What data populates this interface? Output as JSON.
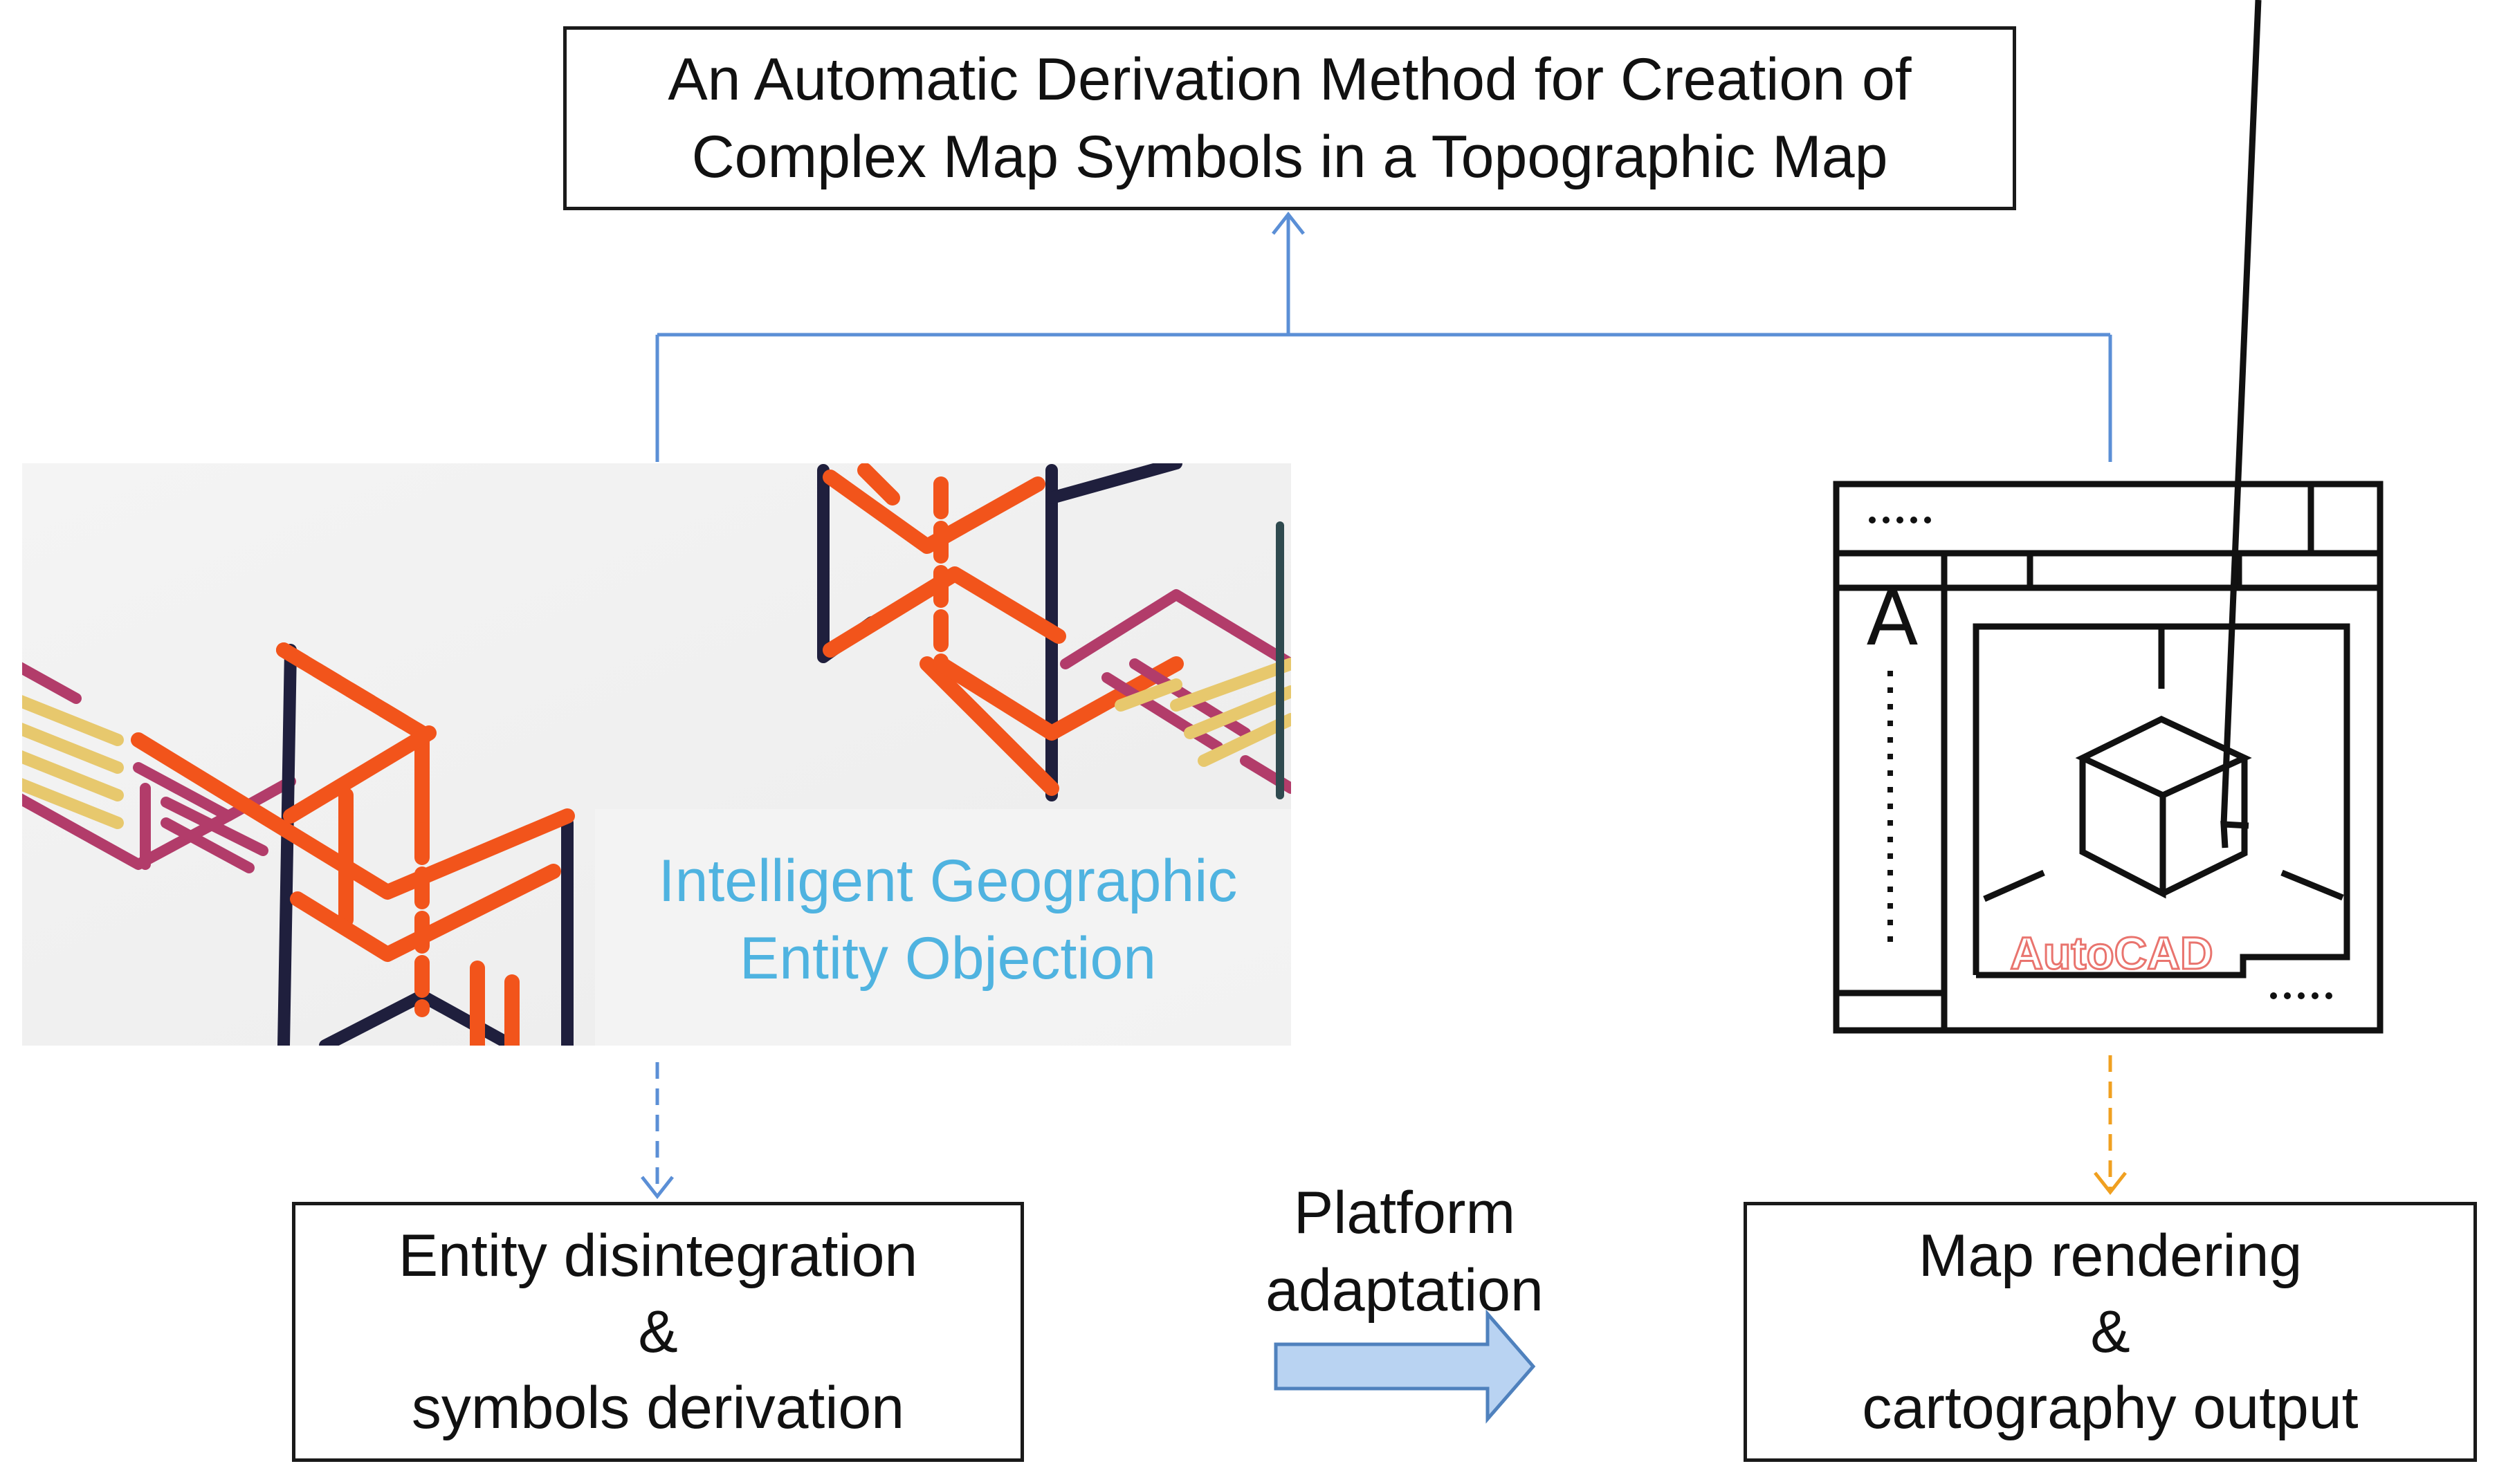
{
  "title": {
    "line1": "An Automatic Derivation Method for Creation of",
    "line2": "Complex Map Symbols in a Topographic Map"
  },
  "entity_image": {
    "line1": "Intelligent Geographic",
    "line2": "Entity Objection"
  },
  "cad_window": {
    "app_label": "AutoCAD",
    "side_letter": "A",
    "top_dots": ".....",
    "bottom_dots": "....."
  },
  "left_box": {
    "line1": "Entity disintegration",
    "line2": "&",
    "line3": "symbols derivation"
  },
  "middle": {
    "line1": "Platform",
    "line2": "adaptation"
  },
  "right_box": {
    "line1": "Map rendering",
    "line2": "&",
    "line3": "cartography output"
  },
  "colors": {
    "connector_blue": "#5b8fd6",
    "dashed_orange": "#f0a020",
    "arrow_fill": "#b9d3f2",
    "arrow_stroke": "#4f81bd",
    "entity_text": "#4fb3e0",
    "autocad_red": "#e9746e"
  }
}
